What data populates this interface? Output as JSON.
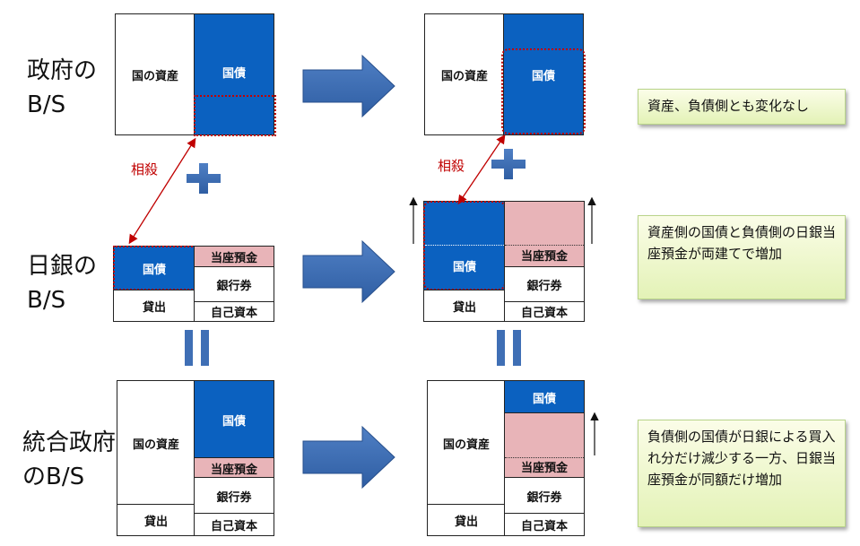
{
  "row_labels": {
    "govt": [
      "政府の",
      "B/S"
    ],
    "boj": [
      "日銀の",
      "B/S"
    ],
    "consolidated": [
      "統合政府",
      "のB/S"
    ]
  },
  "terms": {
    "national_assets": "国の資産",
    "jgb": "国債",
    "current_deposits": "当座預金",
    "banknotes": "銀行券",
    "loans": "貸出",
    "equity": "自己資本",
    "offset": "相殺"
  },
  "notes": {
    "govt": "資産、負債側とも変化なし",
    "boj": "資産側の国債と負債側の日銀当座預金が両建てで増加",
    "consolidated": "負債側の国債が日銀による買入れ分だけ減少する一方、日銀当座預金が同額だけ増加"
  },
  "colors": {
    "blue": "#0b61c0",
    "pink": "#e8b4b8",
    "arrow": "#3f6fb5",
    "offset_red": "#c00000",
    "note_green": "#e3f2b6"
  }
}
